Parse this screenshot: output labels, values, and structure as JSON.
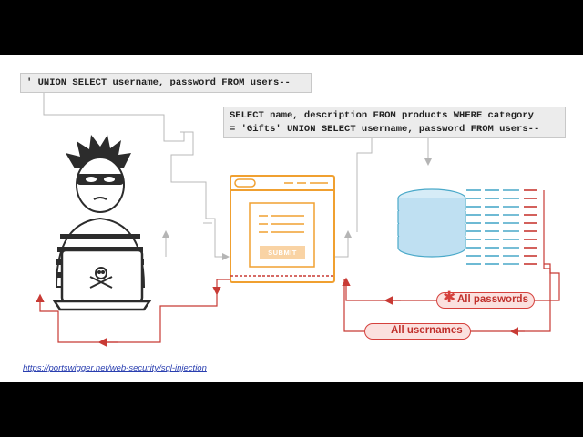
{
  "payload": {
    "line1": "' UNION SELECT username, password FROM users--"
  },
  "query": {
    "line1": "SELECT name, description FROM products WHERE category",
    "line2": "= 'Gifts' UNION SELECT username, password FROM users--"
  },
  "form": {
    "submit_label": "SUBMIT"
  },
  "results": {
    "passwords_label": "All passwords",
    "usernames_label": "All usernames"
  },
  "source_link": "https://portswigger.net/web-security/sql-injection",
  "colors": {
    "orange": "#f0a030",
    "red": "#c83a34",
    "gray_line": "#b5b5b5",
    "db_blue": "#bfe0f2",
    "row_teal": "#4aa9c9"
  },
  "icons": [
    "hacker-icon",
    "laptop-icon",
    "skull-icon",
    "database-icon",
    "asterisk-icon",
    "user-icon"
  ]
}
